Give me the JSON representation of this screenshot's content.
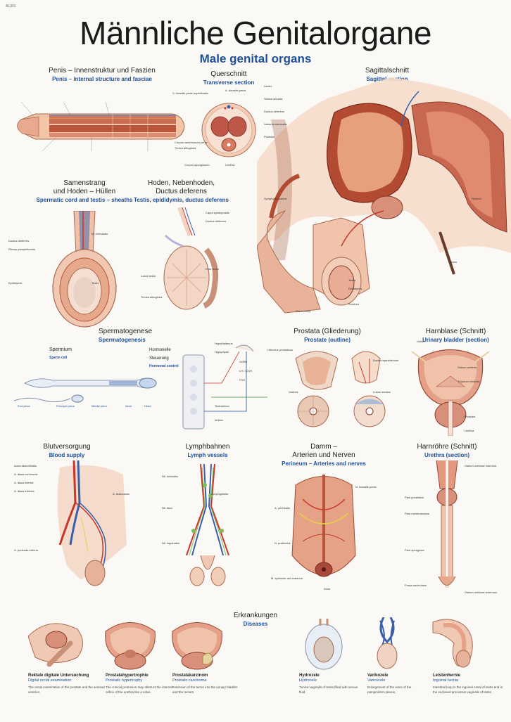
{
  "header": {
    "code": "AL301",
    "title": "Männliche Genitalorgane",
    "subtitle": "Male genital organs"
  },
  "sections": {
    "penis": {
      "de": "Penis – Innenstruktur und Faszien",
      "en": "Penis – internal structure and fasciae"
    },
    "querschnitt": {
      "de": "Querschnitt",
      "en": "Transverse section"
    },
    "sagittal": {
      "de": "Sagittalschnitt",
      "en": "Sagittal section"
    },
    "samenstrang": {
      "de1": "Samenstrang",
      "de2": "und Hoden – Hüllen",
      "en": "Spermatic cord and testis – sheaths"
    },
    "hoden": {
      "de1": "Hoden, Nebenhoden,",
      "de2": "Ductus deferens",
      "en": "Testis, epididymis, ductus deferens"
    },
    "spermatogenese": {
      "de": "Spermatogenese",
      "en": "Spermatogenesis"
    },
    "spermium": {
      "de": "Spermium",
      "en": "Sperm cell"
    },
    "hormonelle": {
      "de": "Hormonelle Steuerung",
      "en": "Hormonal control"
    },
    "prostata": {
      "de": "Prostata (Gliederung)",
      "en": "Prostate (outline)"
    },
    "harnblase": {
      "de": "Harnblase (Schnitt)",
      "en": "Urinary bladder (section)"
    },
    "blut": {
      "de": "Blutversorgung",
      "en": "Blood supply"
    },
    "lymph": {
      "de": "Lymphbahnen",
      "en": "Lymph vessels"
    },
    "damm": {
      "de1": "Damm –",
      "de2": "Arterien und Nerven",
      "en": "Perineum – Arteries and nerves"
    },
    "harnroehre": {
      "de": "Harnröhre (Schnitt)",
      "en": "Urethra (section)"
    },
    "erkrankungen": {
      "de": "Erkrankungen",
      "en": "Diseases"
    }
  },
  "diseases": [
    {
      "de": "Rektale digitale Untersuchung",
      "en": "Digital rectal examination",
      "desc": "The rectal examination of the prostate and the seminal vesicles."
    },
    {
      "de": "Prostatahypertrophie",
      "en": "Prostatic hypertrophy",
      "desc": "The conical protrusion may obstruct the internal orifice of the urethra like a valve."
    },
    {
      "de": "Prostatakarzinom",
      "en": "Prostatic carcinoma",
      "desc": "Extension of the tumor into the urinary bladder and the rectum."
    },
    {
      "de": "Hydrozele",
      "en": "Hydrocele",
      "desc": "Tunica vaginalis of testis filled with serous fluid."
    },
    {
      "de": "Varikozele",
      "en": "Varicocele",
      "desc": "Enlargement of the veins of the pampiniform plexus."
    },
    {
      "de": "Leistenhernie",
      "en": "Inguinal hernia",
      "desc": "Intestinal loop in the inguinal canal of testis and in the enclosed processus vaginalis of testis."
    }
  ],
  "labels": {
    "querschnitt": [
      "V. dorsalis penis superficialis",
      "A. dorsalis penis",
      "Corpus cavernosum penis",
      "Tunica albuginea",
      "Urethra",
      "Corpus spongiosum"
    ],
    "sagittal": [
      "Ureter",
      "Vesica urinaria",
      "Ductus deferens",
      "Vesicula seminalis",
      "Prostata",
      "Rectum",
      "Symphysis pubica",
      "Glans penis",
      "Scrotum",
      "Testis",
      "Epididymis",
      "Anus"
    ],
    "samenstrang": [
      "Ductus deferens",
      "Plexus pampiniformis",
      "M. cremaster",
      "Testis",
      "Epididymis"
    ],
    "hoden": [
      "Caput epididymidis",
      "Ductus deferens",
      "Lobuli testis",
      "Tunica albuginea",
      "Rete testis"
    ],
    "spermium": [
      "Head",
      "Neck",
      "Middle piece",
      "Principal piece",
      "End piece"
    ],
    "hormonelle": [
      "Hypothalamus",
      "Hypophyse",
      "GnRH",
      "LH / ICSH",
      "FSH",
      "Testosteron",
      "Inhibin"
    ],
    "prostata": [
      "Urethra",
      "Ductus ejaculatorius",
      "Utriculus prostaticus",
      "Lobus medius"
    ],
    "harnblase": [
      "Ureter",
      "Ostium ureteris",
      "Trigonum vesicae",
      "Prostata",
      "Urethra"
    ],
    "blut": [
      "Aorta abdominalis",
      "A. iliaca communis",
      "A. iliaca interna",
      "A. iliaca externa",
      "A. testicularis",
      "A. pudenda interna"
    ],
    "lymph": [
      "Nll. lumbales",
      "Nll. iliaci",
      "Nll. inguinales",
      "Lymphgefäße"
    ],
    "damm": [
      "N. dorsalis penis",
      "A. perinealis",
      "N. pudendus",
      "M. sphincter ani externus",
      "Anus"
    ],
    "harnroehre": [
      "Ostium urethrae internum",
      "Pars prostatica",
      "Pars membranacea",
      "Pars spongiosa",
      "Fossa navicularis",
      "Ostium urethrae externum"
    ]
  },
  "colors": {
    "title": "#1a1a1a",
    "english": "#1d4f9a",
    "tissue": "#e7a98c",
    "muscle": "#b8543a",
    "artery": "#c8362b",
    "vein": "#3a5fa8",
    "nerve": "#e6cf4a",
    "lymph": "#7fbf5a"
  }
}
